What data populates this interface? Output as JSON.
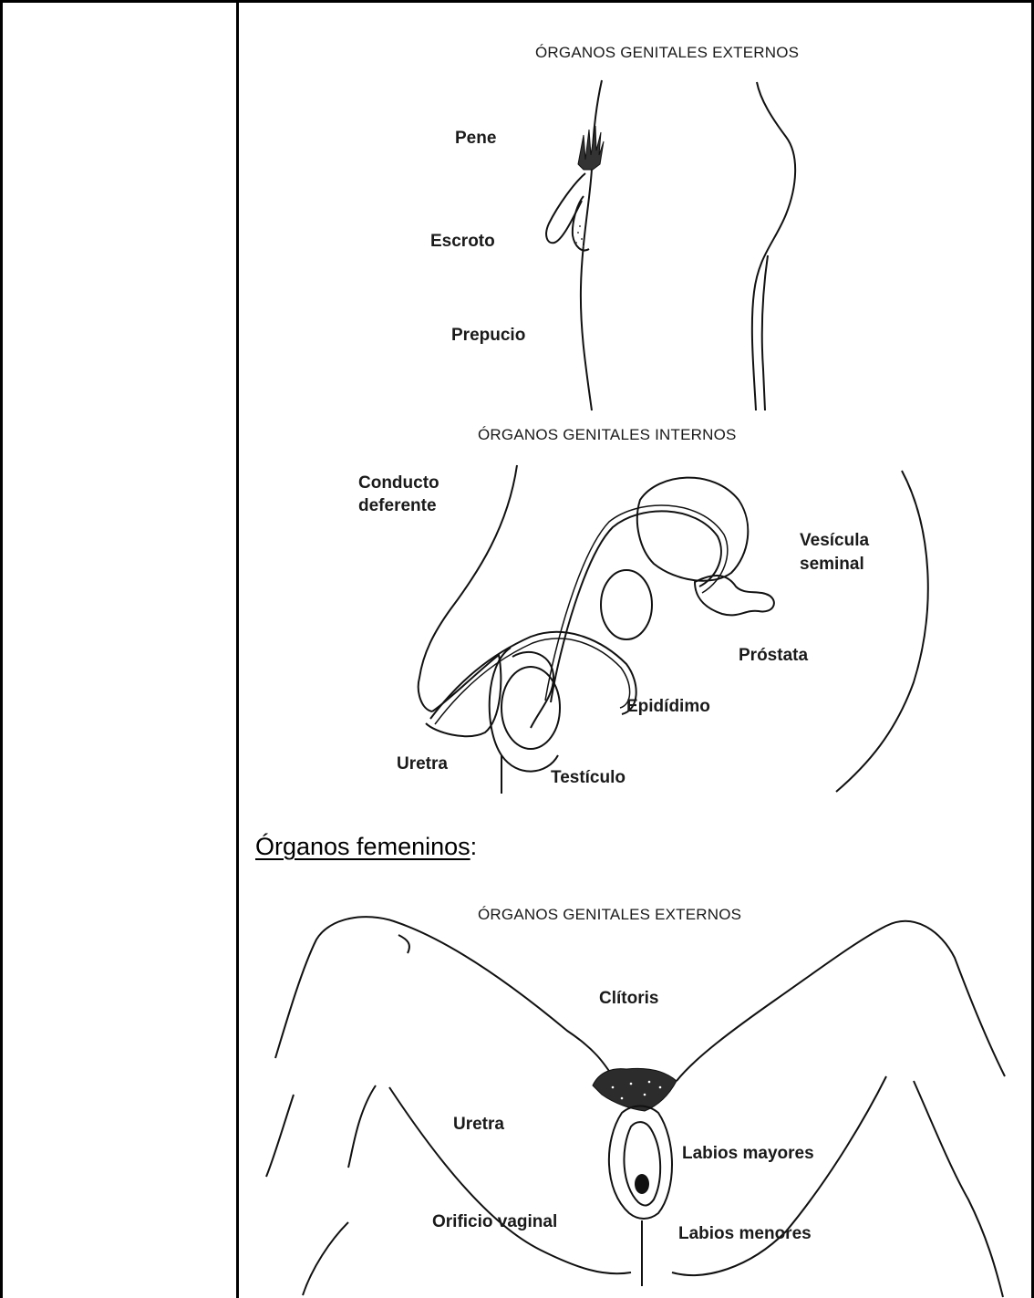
{
  "male_external": {
    "title": "ÓRGANOS GENITALES EXTERNOS",
    "labels": [
      "Pene",
      "Escroto",
      "Prepucio"
    ]
  },
  "male_internal": {
    "title": "ÓRGANOS GENITALES INTERNOS",
    "labels": {
      "conducto_1": "Conducto",
      "conducto_2": "deferente",
      "vesicula_1": "Vesícula",
      "vesicula_2": "seminal",
      "prostata": "Próstata",
      "epididimo": "Epidídimo",
      "uretra": "Uretra",
      "testiculo": "Testículo"
    }
  },
  "female_section": {
    "heading": "Órganos femeninos",
    "heading_suffix": ":"
  },
  "female_external": {
    "title": "ÓRGANOS GENITALES EXTERNOS",
    "labels": {
      "clitoris": "Clítoris",
      "uretra": "Uretra",
      "labios_mayores": "Labios mayores",
      "orificio_vaginal": "Orificio vaginal",
      "labios_menores": "Labios menores"
    }
  }
}
